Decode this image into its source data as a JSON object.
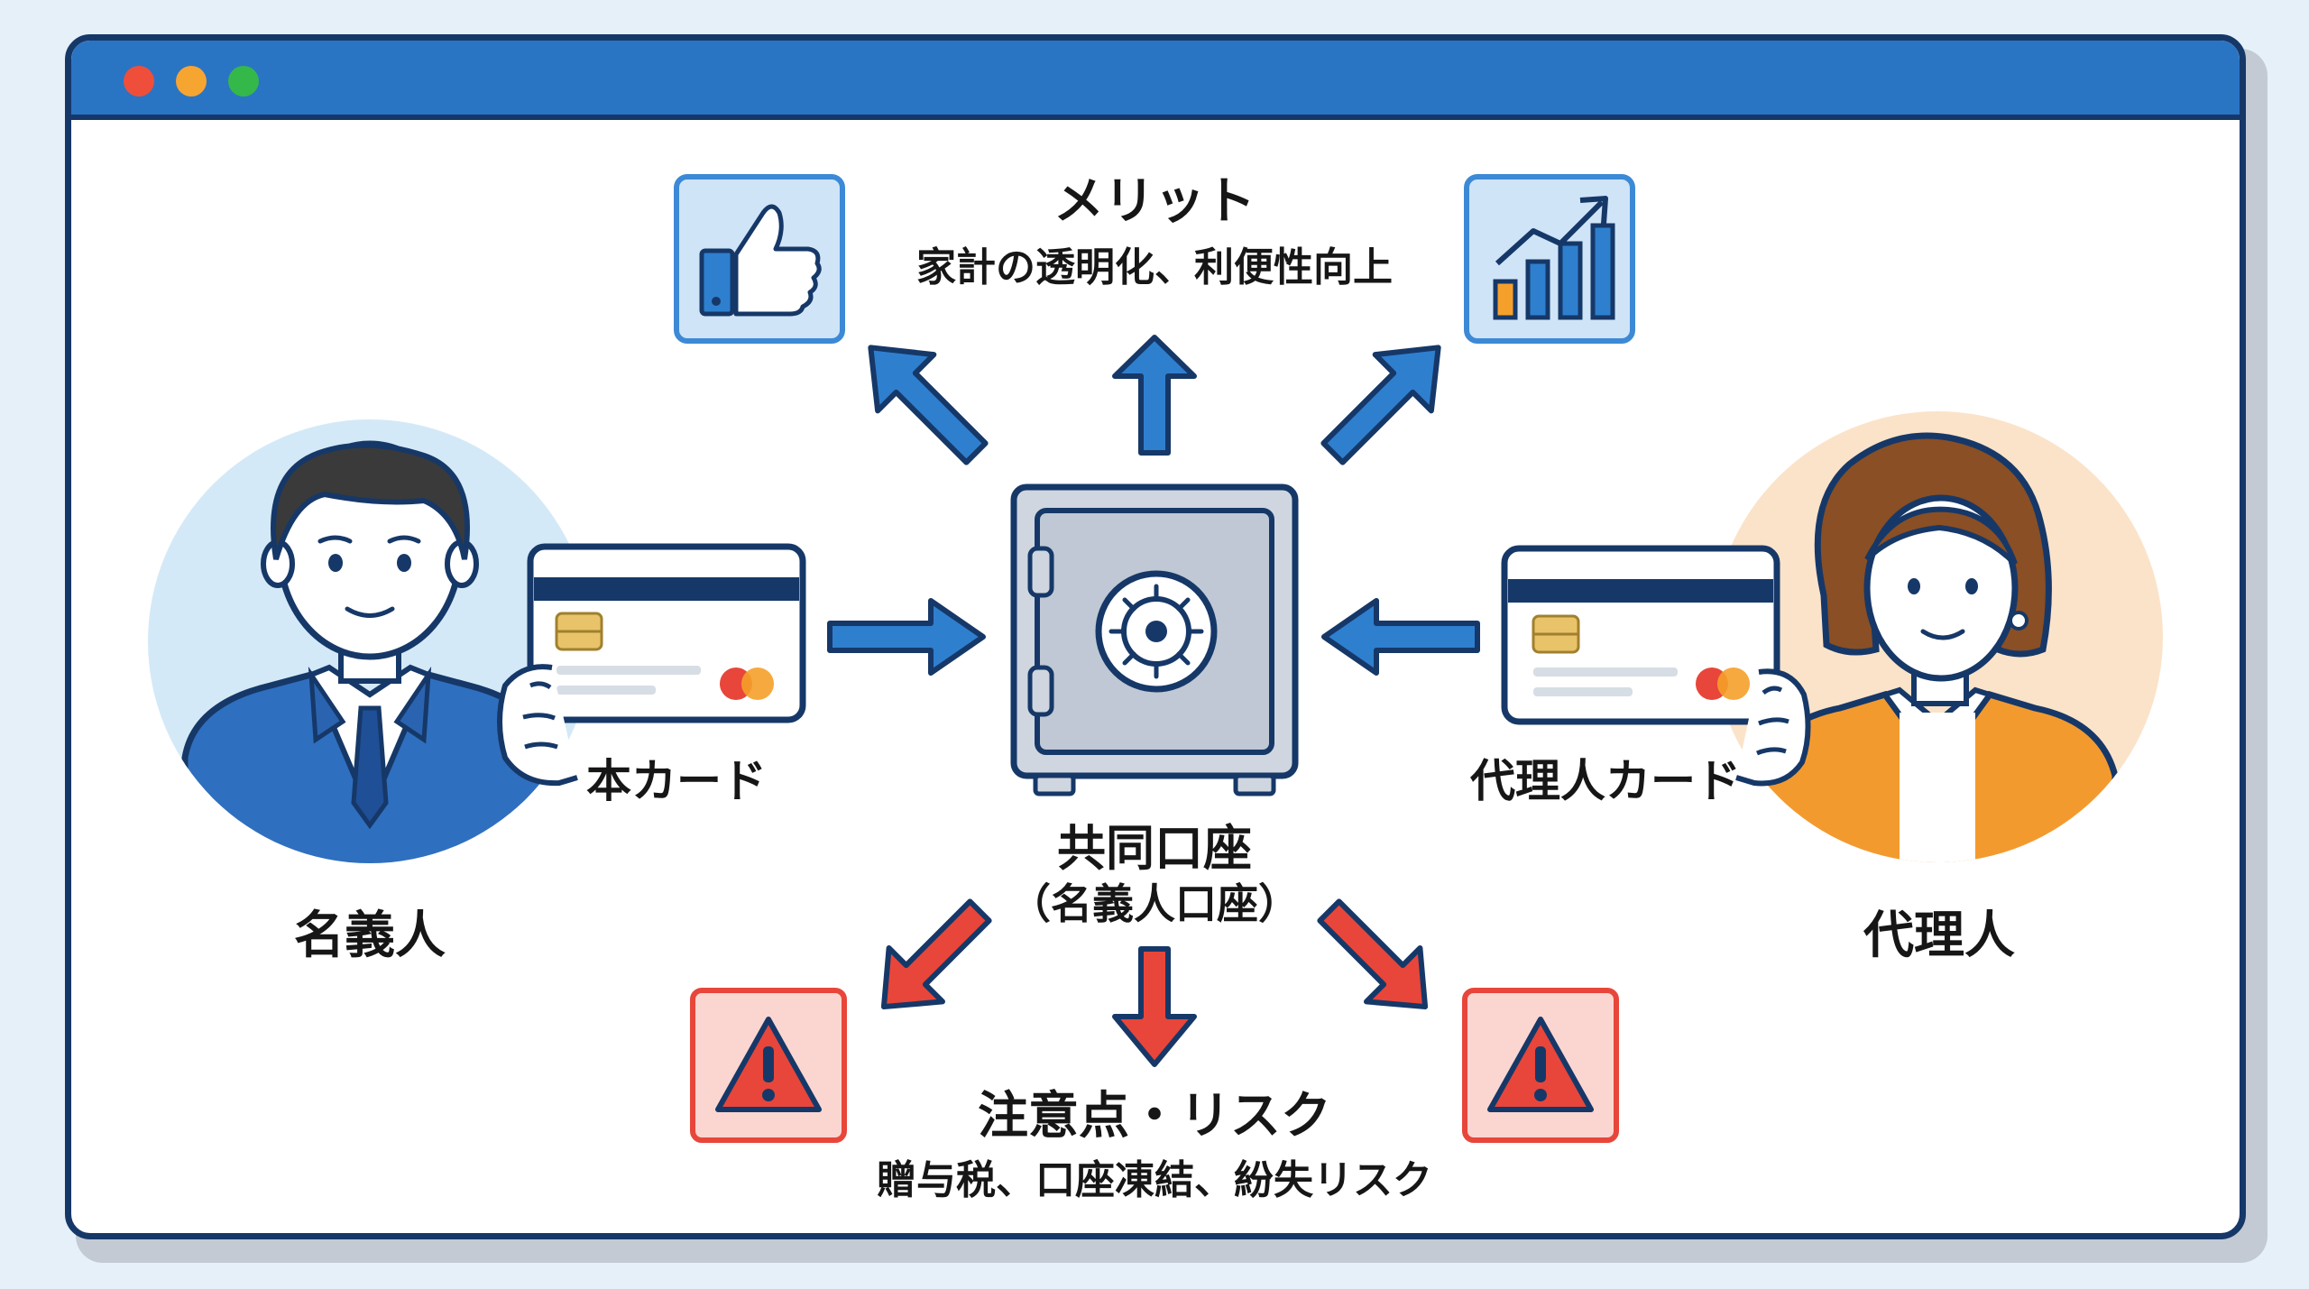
{
  "window": {
    "controls": [
      "close",
      "minimize",
      "maximize"
    ]
  },
  "merit": {
    "title": "メリット",
    "description": "家計の透明化、利便性向上",
    "icons": [
      "thumbs-up-icon",
      "chart-up-icon"
    ]
  },
  "risk": {
    "title": "注意点・リスク",
    "description": "贈与税、口座凍結、紛失リスク",
    "icons": [
      "warning-icon",
      "warning-icon"
    ]
  },
  "center": {
    "title": "共同口座",
    "subtitle": "（名義人口座）",
    "icon": "safe-icon"
  },
  "left": {
    "person": "名義人",
    "card": "本カード"
  },
  "right": {
    "person": "代理人",
    "card": "代理人カード"
  },
  "colors": {
    "titlebar": "#2a74c4",
    "border": "#163868",
    "blue_arrow": "#2f7fcf",
    "red_arrow": "#e8463a",
    "blue_circle": "#d4e9f7",
    "orange_circle": "#fbe3c9"
  }
}
